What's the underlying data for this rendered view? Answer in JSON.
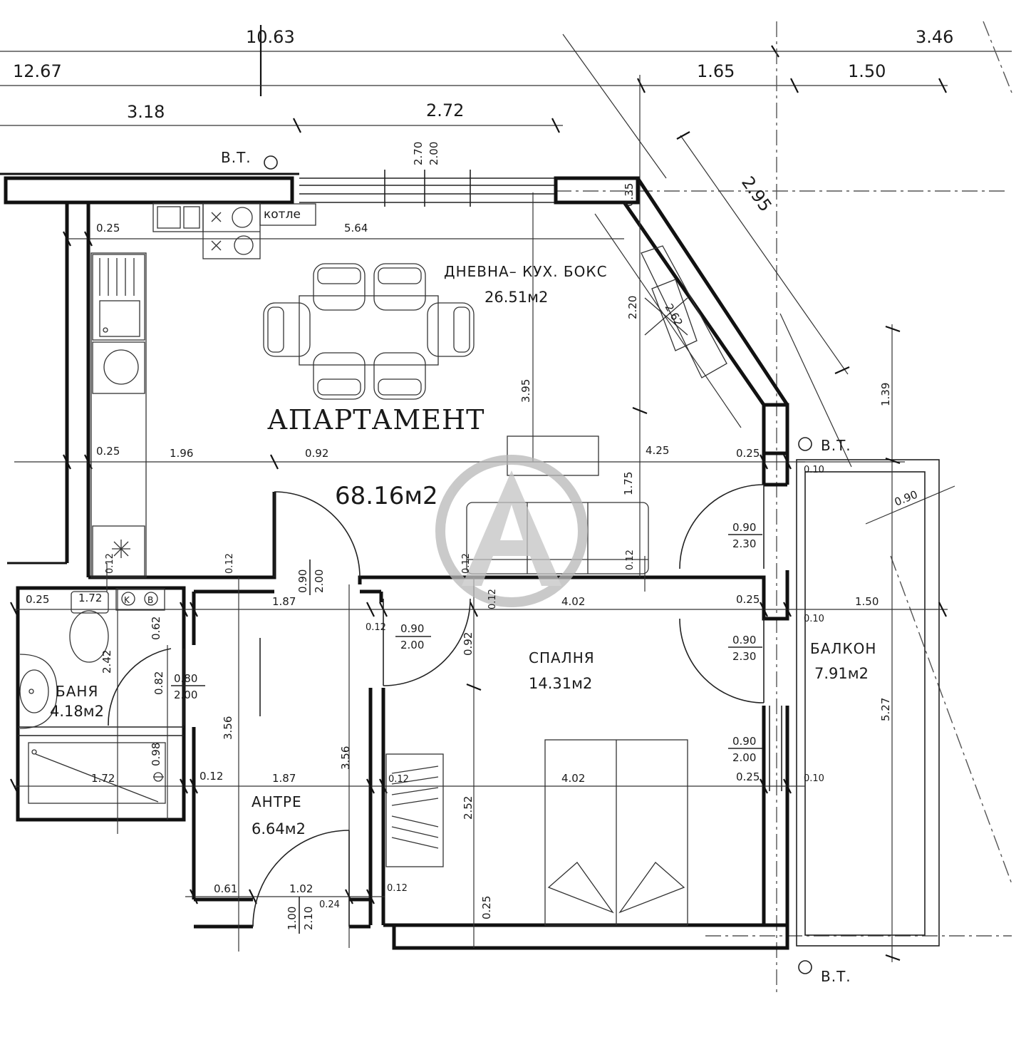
{
  "watermark": {
    "icon": "logo-a-circle-icon",
    "color": "#b8b8b8"
  },
  "title": "АПАРТАМЕНТ",
  "total_area": "68.16м2",
  "rooms": {
    "living": {
      "name": "ДНЕВНА– КУХ. БОКС",
      "area": "26.51м2"
    },
    "bedroom": {
      "name": "СПАЛНЯ",
      "area": "14.31м2"
    },
    "bath": {
      "name": "БАНЯ",
      "area": "4.18м2"
    },
    "hall": {
      "name": "АНТРЕ",
      "area": "6.64м2"
    },
    "balcony": {
      "name": "БАЛКОН",
      "area": "7.91м2"
    }
  },
  "labels": {
    "vt1": "В.Т.",
    "vt2": "В.Т.",
    "vt3": "В.Т.",
    "kotle": "котле"
  },
  "dims": {
    "d1063": "10.63",
    "d346": "3.46",
    "d1267": "12.67",
    "d165": "1.65",
    "d150a": "1.50",
    "d318": "3.18",
    "d272": "2.72",
    "d270": "2.70",
    "d200a": "2.00",
    "d035": "0.35",
    "d295": "2.95",
    "d025a": "0.25",
    "d564": "5.64",
    "d220": "2.20",
    "d262": "2.62",
    "d395": "3.95",
    "d139": "1.39",
    "d025b": "0.25",
    "d196": "1.96",
    "d092a": "0.92",
    "d425": "4.25",
    "d025c": "0.25",
    "d010a": "0.10",
    "d175": "1.75",
    "d090a": "0.90",
    "d090b": "0.90",
    "d230a": "2.30",
    "d012a": "0.12",
    "d012b": "0.12",
    "d090c": "0.90",
    "d200b": "2.00",
    "d012c": "0.12",
    "d012d": "0.12",
    "d025d": "0.25",
    "d172a": "1.72",
    "d187a": "1.87",
    "d012e": "0.12",
    "d402a": "4.02",
    "d025e": "0.25",
    "d150b": "1.50",
    "d010b": "0.10",
    "d062": "0.62",
    "d012f": "0.12",
    "d090d": "0.90",
    "d200c": "2.00",
    "d092b": "0.92",
    "d090e": "0.90",
    "d230b": "2.30",
    "d242": "2.42",
    "d082": "0.82",
    "d080": "0.80",
    "d200d": "2.00",
    "d356a": "3.56",
    "d356b": "3.56",
    "d527": "5.27",
    "d098": "0.98",
    "d090f": "0.90",
    "d200e": "2.00",
    "d172b": "1.72",
    "d012g": "0.12",
    "d187b": "1.87",
    "d012h": "0.12",
    "d402b": "4.02",
    "d025f": "0.25",
    "d010c": "0.10",
    "d252": "2.52",
    "d061": "0.61",
    "d102": "1.02",
    "d012i": "0.12",
    "d024": "0.24",
    "d100": "1.00",
    "d210": "2.10",
    "d025g": "0.25"
  }
}
